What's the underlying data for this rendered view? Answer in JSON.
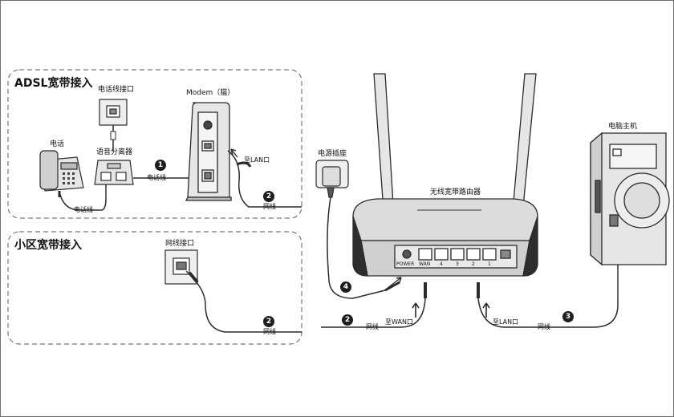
{
  "sections": {
    "adsl": {
      "title": "ADSL宽带接入"
    },
    "community": {
      "title": "小区宽带接入"
    }
  },
  "labels": {
    "phone": "电话",
    "phone_jack": "电话线接口",
    "splitter": "语音分离器",
    "modem": "Modem（猫）",
    "phone_line_1": "电话线",
    "phone_line_2": "电话线",
    "net_line_1": "网线",
    "net_line_2": "网线",
    "net_line_3": "网线",
    "net_line_4": "网线",
    "wall_jack": "网线接口",
    "power_adapter": "电源插座",
    "router": "无线宽带路由器",
    "pc": "电脑主机",
    "to_wan": "至WAN口",
    "to_lan_1": "至LAN口",
    "to_lan_2": "至LAN口",
    "port_power": "POWER",
    "port_wan": "WAN",
    "port_4": "4",
    "port_3": "3",
    "port_2": "2",
    "port_1": "1"
  },
  "steps": {
    "s1": "1",
    "s2a": "2",
    "s2b": "2",
    "s2c": "2",
    "s3": "3",
    "s4": "4"
  },
  "colors": {
    "line": "#2b2b2b",
    "fill_light": "#e6e6e6",
    "fill_dark": "#3a3a3a",
    "dashed": "#777777"
  }
}
